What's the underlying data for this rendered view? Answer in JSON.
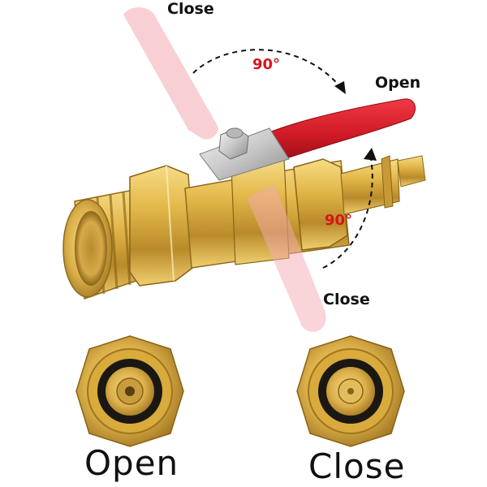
{
  "labels": {
    "close_top": "Close",
    "open_right": "Open",
    "close_bottom": "Close",
    "angle_top": "90°",
    "angle_right": "90°"
  },
  "captions": {
    "left": "Open",
    "right": "Close"
  },
  "colors": {
    "handle_red": "#d81e2a",
    "ghost_handle": "#f3a9b1",
    "brass": "#d9ab3c",
    "brass_dark": "#9c7420",
    "angle_text": "#d8141a"
  },
  "icons": {
    "rotation_arrow_top": "curved-dashed-arrow-icon",
    "rotation_arrow_right": "curved-dashed-arrow-icon"
  }
}
